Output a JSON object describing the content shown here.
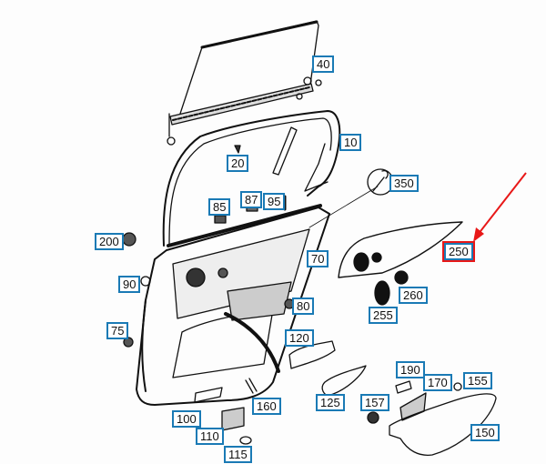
{
  "diagram": {
    "title": "Rear door trim panel — exploded parts diagram",
    "highlight_color": "#e81818",
    "label_border_color": "#1a7ab5",
    "highlighted_part": "250",
    "parts": [
      {
        "id": "p40",
        "label": "40"
      },
      {
        "id": "p10",
        "label": "10"
      },
      {
        "id": "p20",
        "label": "20"
      },
      {
        "id": "p85",
        "label": "85"
      },
      {
        "id": "p87",
        "label": "87"
      },
      {
        "id": "p95",
        "label": "95"
      },
      {
        "id": "p350",
        "label": "350"
      },
      {
        "id": "p250",
        "label": "250"
      },
      {
        "id": "p200",
        "label": "200"
      },
      {
        "id": "p70",
        "label": "70"
      },
      {
        "id": "p90",
        "label": "90"
      },
      {
        "id": "p80",
        "label": "80"
      },
      {
        "id": "p260",
        "label": "260"
      },
      {
        "id": "p255",
        "label": "255"
      },
      {
        "id": "p75",
        "label": "75"
      },
      {
        "id": "p120",
        "label": "120"
      },
      {
        "id": "p190",
        "label": "190"
      },
      {
        "id": "p170",
        "label": "170"
      },
      {
        "id": "p155",
        "label": "155"
      },
      {
        "id": "p160",
        "label": "160"
      },
      {
        "id": "p125",
        "label": "125"
      },
      {
        "id": "p157",
        "label": "157"
      },
      {
        "id": "p100",
        "label": "100"
      },
      {
        "id": "p150",
        "label": "150"
      },
      {
        "id": "p110",
        "label": "110"
      },
      {
        "id": "p115",
        "label": "115"
      }
    ]
  }
}
